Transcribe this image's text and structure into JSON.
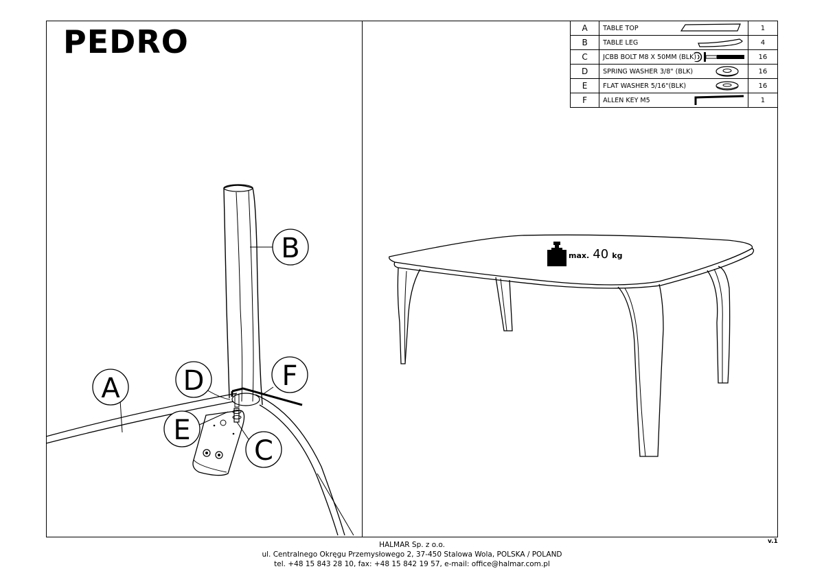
{
  "title": "PEDRO",
  "parts": [
    {
      "letter": "A",
      "description": "TABLE TOP",
      "qty": "1",
      "icon": "table-top-icon"
    },
    {
      "letter": "B",
      "description": "TABLE LEG",
      "qty": "4",
      "icon": "table-leg-icon"
    },
    {
      "letter": "C",
      "description": "JCBB BOLT M8 X 50MM (BLK)",
      "qty": "16",
      "icon": "bolt-icon"
    },
    {
      "letter": "D",
      "description": "SPRING WASHER 3/8\" (BLK)",
      "qty": "16",
      "icon": "spring-washer-icon"
    },
    {
      "letter": "E",
      "description": "FLAT WASHER 5/16\"(BLK)",
      "qty": "16",
      "icon": "flat-washer-icon"
    },
    {
      "letter": "F",
      "description": "ALLEN KEY M5",
      "qty": "1",
      "icon": "allen-key-icon"
    }
  ],
  "callouts": {
    "a": "A",
    "b": "B",
    "c": "C",
    "d": "D",
    "e": "E",
    "f": "F"
  },
  "weight": {
    "prefix": "max.",
    "value": "40",
    "unit": "kg"
  },
  "footer": {
    "company": "HALMAR Sp. z o.o.",
    "address": "ul. Centralnego Okręgu Przemysłowego 2, 37-450 Stalowa Wola, POLSKA / POLAND",
    "contact": "tel. +48 15 843 28 10, fax: +48 15 842 19 57, e-mail: office@halmar.com.pl"
  },
  "version": "v.1"
}
